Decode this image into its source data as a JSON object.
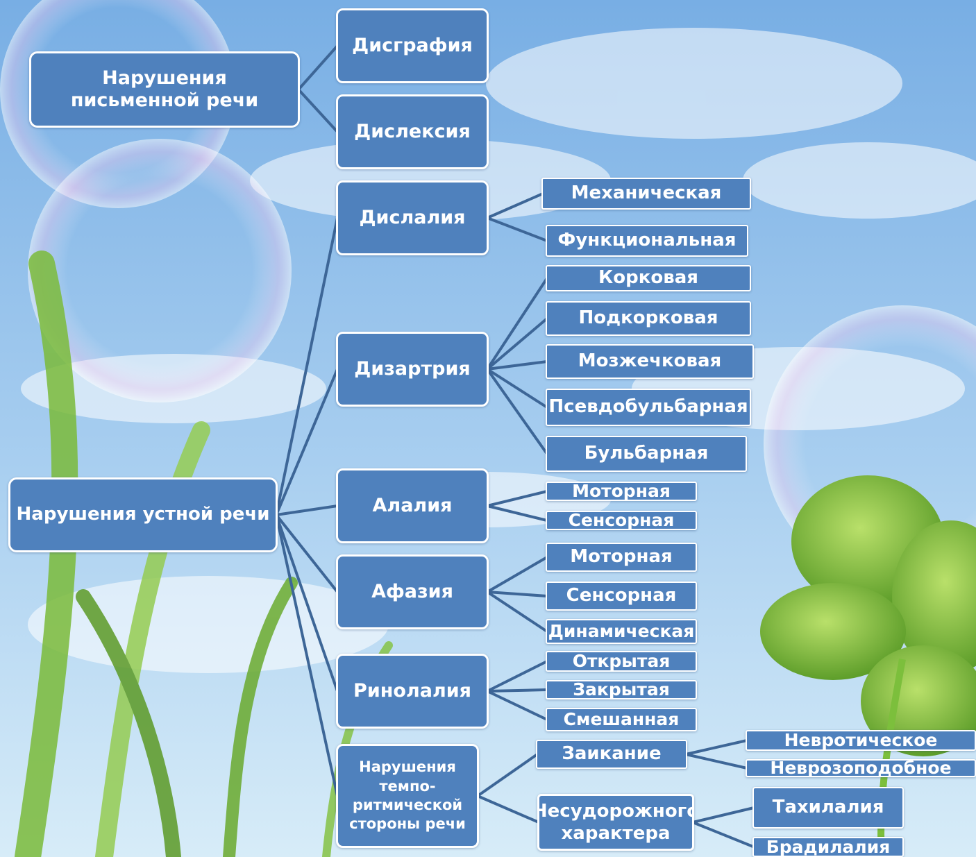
{
  "colors": {
    "node_fill": "#4f81bd",
    "node_border": "#ffffff",
    "connector": "#3d6697",
    "text": "#ffffff",
    "sky_top": "#7fb3e6",
    "sky_bottom": "#cfe6f7",
    "grass": "#6fb23c"
  },
  "nodes": {
    "written": "Нарушения письменной речи",
    "oral": "Нарушения устной речи",
    "dysgraphia": "Дисграфия",
    "dyslexia": "Дислексия",
    "dyslalia": "Дислалия",
    "dysarthria": "Дизартрия",
    "alalia": "Алалия",
    "aphasia": "Афазия",
    "rhinolalia": "Ринолалия",
    "tempo": "Нарушения темпо-ритмической стороны речи",
    "mechanical": "Механическая",
    "functional": "Функциональная",
    "cortical": "Корковая",
    "subcortical": "Подкорковая",
    "cerebellar": "Мозжечковая",
    "pseudobulbar": "Псевдобульбарная",
    "bulbar": "Бульбарная",
    "alalia_motor": "Моторная",
    "alalia_sensory": "Сенсорная",
    "aphasia_motor": "Моторная",
    "aphasia_sensory": "Сенсорная",
    "aphasia_dynamic": "Динамическая",
    "open": "Открытая",
    "closed": "Закрытая",
    "mixed": "Смешанная",
    "stuttering": "Заикание",
    "nonconvulsive": "Несудорожного характера",
    "neurotic": "Невротическое",
    "neurosis_like": "Неврозоподобное",
    "tachylalia": "Тахилалия",
    "bradylalia": "Брадилалия"
  }
}
